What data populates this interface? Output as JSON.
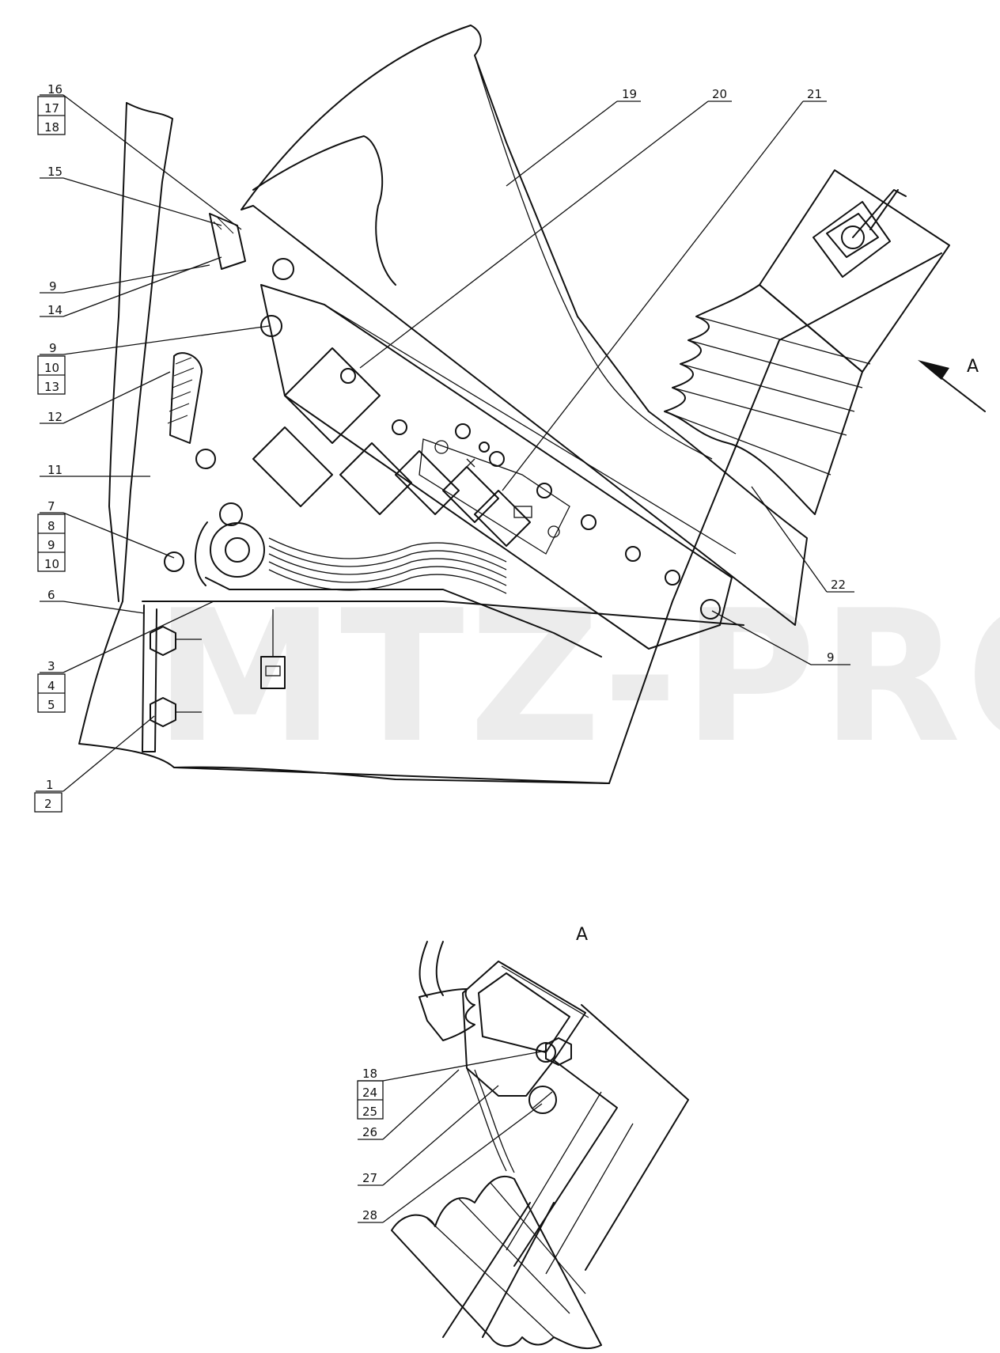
{
  "watermark": "MTZ-PRO",
  "view_letter": "A",
  "labels": {
    "l16": "16",
    "l17": "17",
    "l18": "18",
    "l15": "15",
    "l9a": "9",
    "l14": "14",
    "l9b": "9",
    "l10a": "10",
    "l13": "13",
    "l12": "12",
    "l11": "11",
    "l7": "7",
    "l8": "8",
    "l9c": "9",
    "l10b": "10",
    "l6": "6",
    "l3": "3",
    "l4": "4",
    "l5": "5",
    "l1": "1",
    "l2": "2",
    "l19": "19",
    "l20": "20",
    "l21": "21",
    "l22": "22",
    "l9d": "9",
    "l18b": "18",
    "l24": "24",
    "l25": "25",
    "l26": "26",
    "l27": "27",
    "l28": "28"
  }
}
